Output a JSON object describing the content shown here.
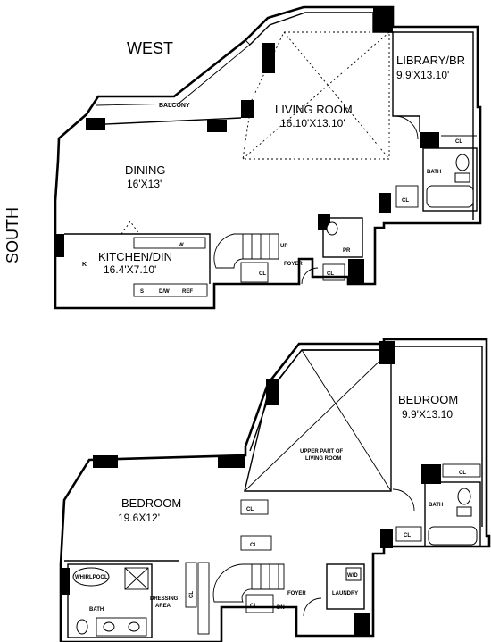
{
  "compass": {
    "west": "WEST",
    "south": "SOUTH"
  },
  "lower_floor": {
    "balcony": "BALCONY",
    "living_room": {
      "name": "LIVING ROOM",
      "dims": "16.10'X13.10'"
    },
    "library": {
      "name": "LIBRARY/BR",
      "dims": "9.9'X13.10'"
    },
    "dining": {
      "name": "DINING",
      "dims": "16'X13'"
    },
    "kitchen": {
      "name": "KITCHEN/DIN",
      "dims": "16.4'X7.10'"
    },
    "kitchen_k": "K",
    "bath": "BATH",
    "cl_labels": [
      "CL",
      "CL",
      "CL",
      "CL"
    ],
    "up": "UP",
    "foyer": "FOYER",
    "pr": "PR",
    "ref": "REF",
    "dw": "D/W",
    "s": "S",
    "w": "W"
  },
  "upper_floor": {
    "bedroom_right": {
      "name": "BEDROOM",
      "dims": "9.9'X13.10"
    },
    "upper_part": [
      "UPPER PART OF",
      "LIVING ROOM"
    ],
    "bedroom_left": {
      "name": "BEDROOM",
      "dims": "19.6X12'"
    },
    "bath_right": "BATH",
    "bath_left": "BATH",
    "whirlpool": "WHIRLPOOL",
    "dressing": [
      "DRESSING",
      "AREA"
    ],
    "laundry": "LAUNDRY",
    "wd": "W/D",
    "foyer": "FOYER",
    "dn": "DN",
    "cl_labels": [
      "CL",
      "CL",
      "CL",
      "CL",
      "CL",
      "CL"
    ]
  }
}
